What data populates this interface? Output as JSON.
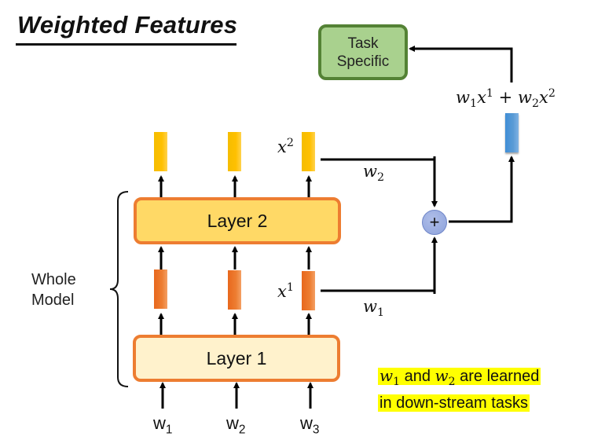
{
  "title": "Weighted Features",
  "task_box": {
    "line1": "Task",
    "line2": "Specific"
  },
  "formula": {
    "w1": "w",
    "s1": "1",
    "x1": "x",
    "p1": "1",
    "plus": "+",
    "w2": "w",
    "s2": "2",
    "x2": "x",
    "p2": "2"
  },
  "layers": [
    {
      "label": "Layer 2"
    },
    {
      "label": "Layer 1"
    }
  ],
  "feature_labels": {
    "layer2_output": {
      "base": "x",
      "sup": "2"
    },
    "layer1_output": {
      "base": "x",
      "sup": "1"
    }
  },
  "weights": {
    "w2": {
      "base": "w",
      "sub": "2"
    },
    "w1": {
      "base": "w",
      "sub": "1"
    }
  },
  "sum_symbol": "+",
  "whole_model": {
    "line1": "Whole",
    "line2": "Model"
  },
  "inputs": [
    {
      "base": "w",
      "sub": "1"
    },
    {
      "base": "w",
      "sub": "2"
    },
    {
      "base": "w",
      "sub": "3"
    }
  ],
  "note": {
    "line1_w1": "w",
    "line1_s1": "1",
    "line1_and": " and ",
    "line1_w2": "w",
    "line1_s2": "2",
    "line1_rest": " are learned",
    "line2": "in down-stream tasks"
  },
  "colors": {
    "task_fill": "#a9d18e",
    "task_border": "#548235",
    "layer_border": "#ed7d31",
    "layer2_fill": "#ffd966",
    "layer1_fill": "#fff2cc",
    "hidden2": "#ffc000",
    "hidden1": "#ed7d31",
    "weighted_sum": "#5b9bd5",
    "sum_node": "#8ea3dc",
    "highlight": "#ffff00"
  }
}
